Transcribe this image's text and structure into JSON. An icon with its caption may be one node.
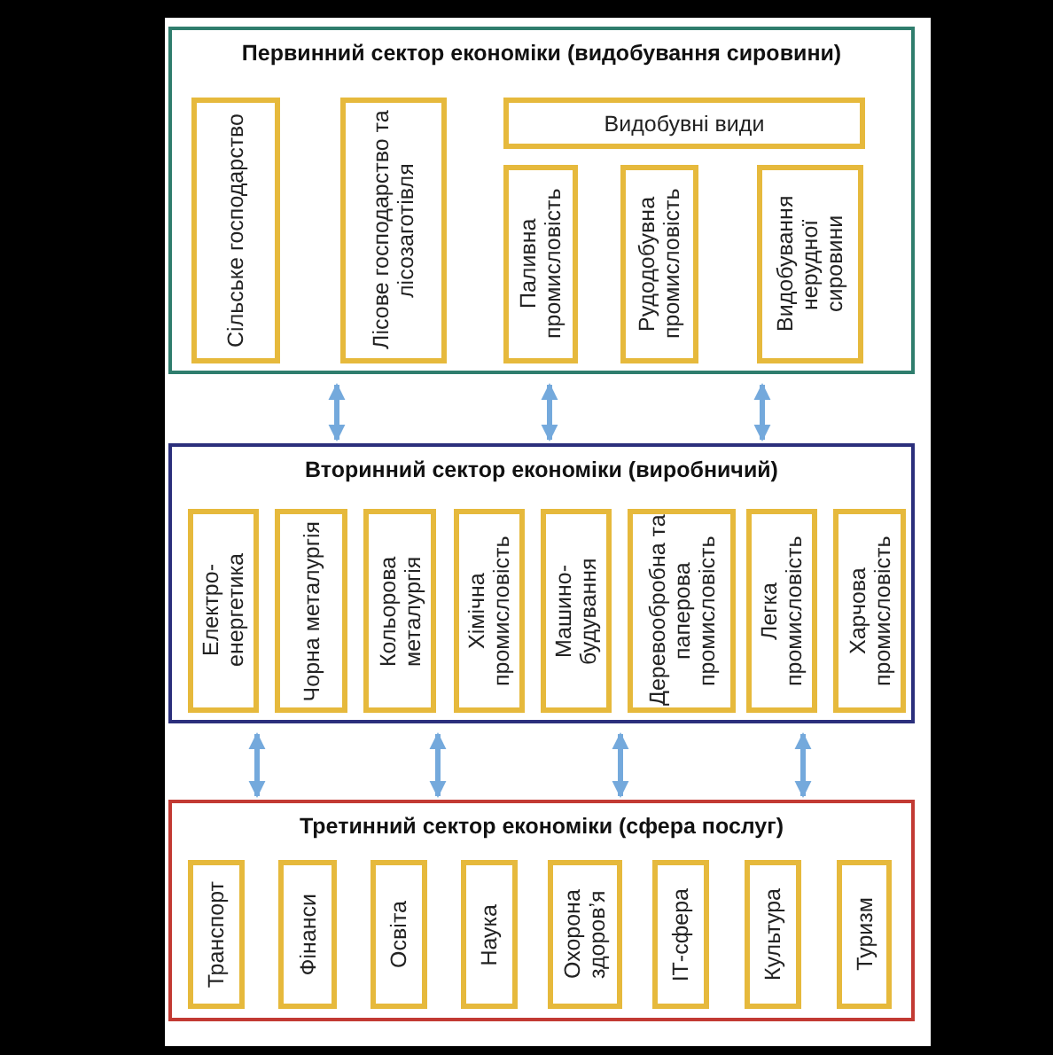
{
  "diagram": {
    "nodes": [
      {
        "text": [
          "Первинний сектор економіки (видобування сировини)"
        ]
      },
      {
        "text": [
          "Сільське господарство"
        ],
        "in": 0
      },
      {
        "text": [
          "Лісове господарство та лісозаготівля"
        ],
        "in": 0
      },
      {
        "text": [
          "Видобувні види"
        ],
        "in": 0
      },
      {
        "text": [
          "Паливна промисловість"
        ],
        "in": 0
      },
      {
        "text": [
          "Рудодобувна промисловість"
        ],
        "in": 0
      },
      {
        "text": [
          "Видобування нерудної сировини"
        ],
        "in": 0
      },
      {
        "text": [
          "Вторинний сектор економіки (виробничий)"
        ]
      },
      {
        "text": [
          "Електро-енергетика"
        ],
        "in": 7
      },
      {
        "text": [
          "Чорна металургія"
        ],
        "in": 7
      },
      {
        "text": [
          "Кольорова металургія"
        ],
        "in": 7
      },
      {
        "text": [
          "Хімічна промисловість"
        ],
        "in": 7
      },
      {
        "text": [
          "Машино-будування"
        ],
        "in": 7
      },
      {
        "text": [
          "Деревообробна та паперова промисловість"
        ],
        "in": 7
      },
      {
        "text": [
          "Легка промисловість"
        ],
        "in": 7
      },
      {
        "text": [
          "Харчова промисловість"
        ],
        "in": 7
      },
      {
        "text": [
          "Третинний сектор економіки (сфера послуг)"
        ]
      },
      {
        "text": [
          "Транспорт"
        ],
        "in": 16
      },
      {
        "text": [
          "Фінанси"
        ],
        "in": 16
      },
      {
        "text": [
          "Освіта"
        ],
        "in": 16
      },
      {
        "text": [
          "Наука"
        ],
        "in": 16
      },
      {
        "text": [
          "Охорона здоров’я"
        ],
        "in": 16
      },
      {
        "text": [
          "ІТ-сфера"
        ],
        "in": 16
      },
      {
        "text": [
          "Культура"
        ],
        "in": 16
      },
      {
        "text": [
          "Туризм"
        ],
        "in": 16
      }
    ],
    "edges": [
      {
        "from": 0,
        "to": 7,
        "arrow": "both"
      },
      {
        "from": 0,
        "to": 7,
        "arrow": "both"
      },
      {
        "from": 0,
        "to": 7,
        "arrow": "both"
      },
      {
        "from": 7,
        "to": 16,
        "arrow": "both"
      },
      {
        "from": 7,
        "to": 16,
        "arrow": "both"
      },
      {
        "from": 7,
        "to": 16,
        "arrow": "both"
      },
      {
        "from": 7,
        "to": 16,
        "arrow": "both"
      }
    ]
  }
}
